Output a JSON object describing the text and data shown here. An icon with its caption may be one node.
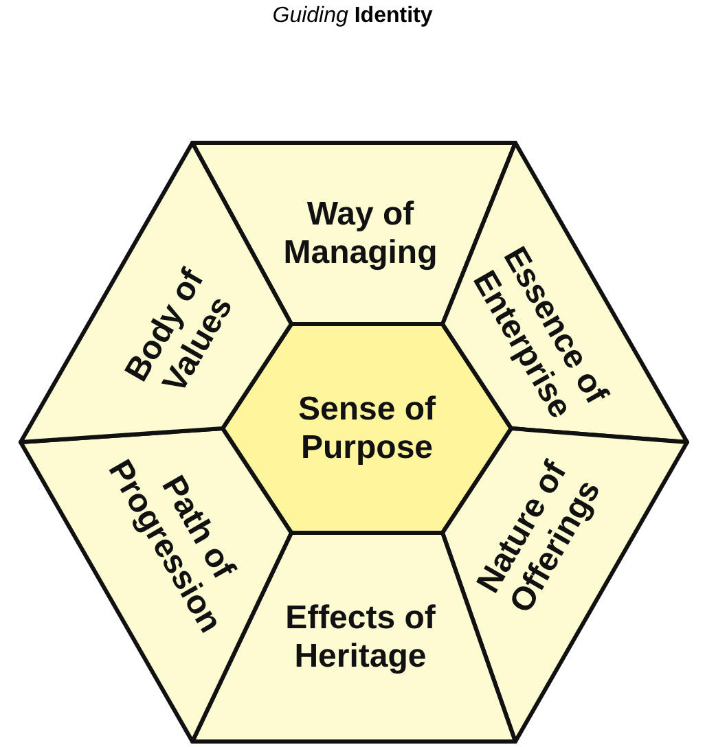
{
  "diagram": {
    "title": "*Guiding* **Identity**",
    "nodes": [
      {
        "text": [
          "Sense of Purpose"
        ]
      },
      {
        "text": [
          "Way of Managing"
        ]
      },
      {
        "text": [
          "Essence of Enterprise"
        ]
      },
      {
        "text": [
          "Nature of Offerings"
        ]
      },
      {
        "text": [
          "Effects of Heritage"
        ]
      },
      {
        "text": [
          "Path of Progression"
        ]
      },
      {
        "text": [
          "Body of Values"
        ]
      }
    ]
  }
}
